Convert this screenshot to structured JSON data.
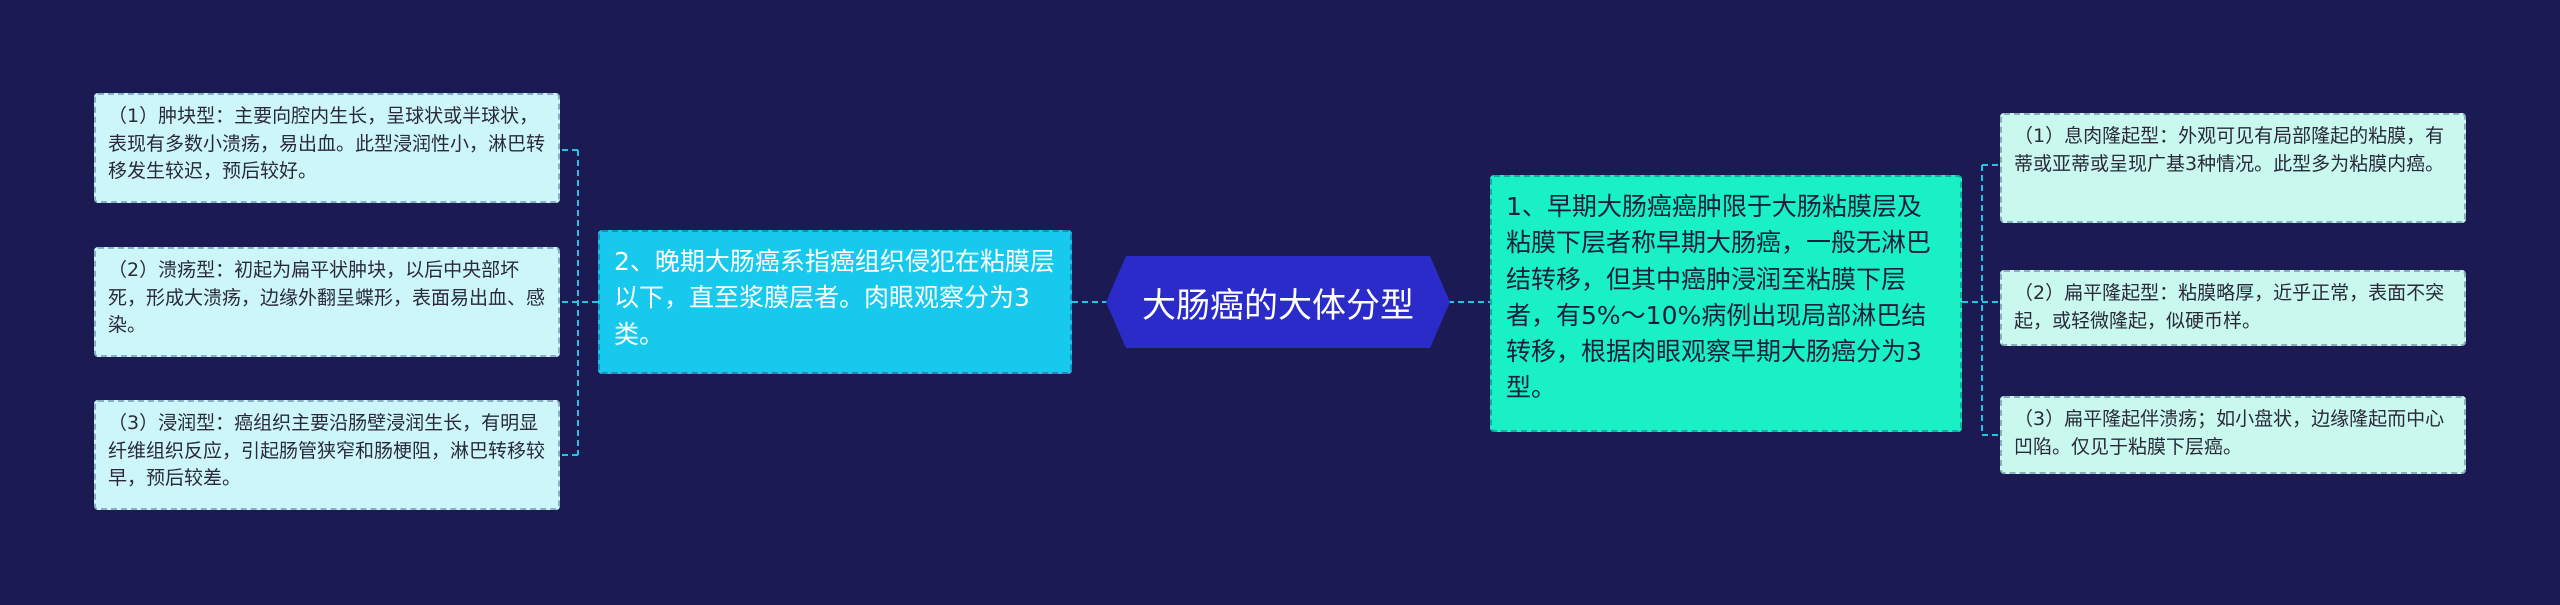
{
  "center": {
    "title": "大肠癌的大体分型"
  },
  "left_branch": {
    "text": "2、晚期大肠癌系指癌组织侵犯在粘膜层以下，直至浆膜层者。肉眼观察分为3类。",
    "children": [
      {
        "text": "（1）肿块型：主要向腔内生长，呈球状或半球状，表现有多数小溃疡，易出血。此型浸润性小，淋巴转移发生较迟，预后较好。"
      },
      {
        "text": "（2）溃疡型：初起为扁平状肿块，以后中央部坏死，形成大溃疡，边缘外翻呈蝶形，表面易出血、感染。"
      },
      {
        "text": "（3）浸润型：癌组织主要沿肠壁浸润生长，有明显纤维组织反应，引起肠管狭窄和肠梗阻，淋巴转移较早，预后较差。"
      }
    ]
  },
  "right_branch": {
    "text": "1、早期大肠癌癌肿限于大肠粘膜层及粘膜下层者称早期大肠癌，一般无淋巴结转移，但其中癌肿浸润至粘膜下层者，有5%～10%病例出现局部淋巴结转移，根据肉眼观察早期大肠癌分为3型。",
    "children": [
      {
        "text": "（1）息肉隆起型：外观可见有局部隆起的粘膜，有蒂或亚蒂或呈现广基3种情况。此型多为粘膜内癌。"
      },
      {
        "text": "（2）扁平隆起型：粘膜略厚，近乎正常，表面不突起，或轻微隆起，似硬币样。"
      },
      {
        "text": "（3）扁平隆起伴溃疡；如小盘状，边缘隆起而中心凹陷。仅见于粘膜下层癌。"
      }
    ]
  },
  "colors": {
    "background": "#1b1a52",
    "center": "#2a2bc8",
    "left_branch": "#18c9ee",
    "right_branch": "#19f0c6",
    "leaf_left": "#cdf6fb",
    "leaf_right": "#c9f8ee",
    "connector": "#27c3e6"
  }
}
